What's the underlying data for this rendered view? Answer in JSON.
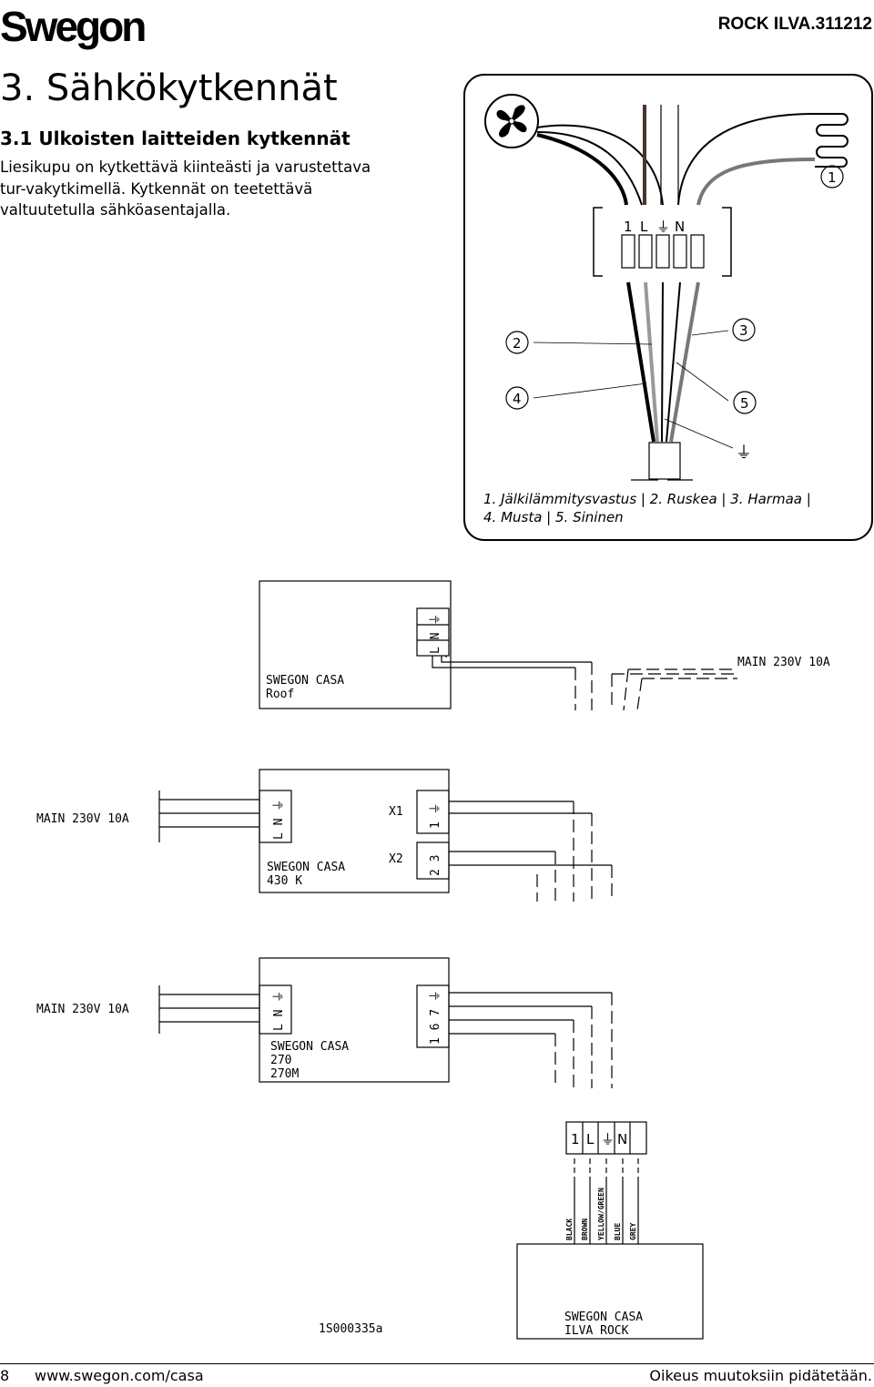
{
  "header": {
    "logo": "Swegon",
    "doc_code": "ROCK ILVA.311212"
  },
  "section": {
    "title": "3. Sähkökytkennät",
    "subtitle": "3.1 Ulkoisten laitteiden kytkennät",
    "body": "Liesikupu on kytkettävä kiinteästi ja varustettava tur-vakytkimellä. Kytkennät on teetettävä valtuutetulla sähköasentajalla."
  },
  "figure1": {
    "terminals": [
      "1",
      "L",
      "⏚",
      "N"
    ],
    "callouts": [
      "1",
      "2",
      "3",
      "4",
      "5"
    ],
    "ground": "⏚",
    "caption_line1": "1. Jälkilämmitysvastus | 2. Ruskea | 3. Harmaa |",
    "caption_line2": "4. Musta | 5. Sininen"
  },
  "roof": {
    "name": "SWEGON CASA",
    "model": "Roof",
    "terminals": [
      "L",
      "N",
      "⏚"
    ],
    "main": "MAIN 230V 10A"
  },
  "k430": {
    "name": "SWEGON CASA",
    "model": "430 K",
    "terminals": [
      "L",
      "N",
      "⏚"
    ],
    "x1_label": "X1",
    "x1": [
      "1",
      "⏚"
    ],
    "x2_label": "X2",
    "x2": [
      "2",
      "3"
    ],
    "main": "MAIN 230V 10A"
  },
  "k270": {
    "name": "SWEGON CASA",
    "model": "270",
    "model2": "270M",
    "terminals": [
      "L",
      "N",
      "⏚"
    ],
    "right_terminals": [
      "1",
      "6",
      "7",
      "⏚"
    ],
    "main": "MAIN 230V 10A"
  },
  "ilva": {
    "terminals": [
      "1",
      "L",
      "⏚",
      "N"
    ],
    "wires": [
      "BLACK",
      "BROWN",
      "YELLOW/GREEN",
      "BLUE",
      "GREY"
    ],
    "name": "SWEGON CASA",
    "model": "ILVA ROCK"
  },
  "drawing_id": "1S000335a",
  "footer": {
    "page": "8",
    "url": "www.swegon.com/casa",
    "rights": "Oikeus muutoksiin pidätetään."
  }
}
